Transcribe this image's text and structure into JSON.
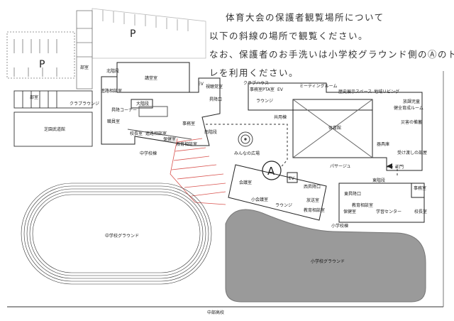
{
  "notice": {
    "line1": "体育大会の保護者観覧場所について",
    "line2": "以下の斜線の場所で観覧ください。",
    "line3": "なお、保護者のお手洗いは小学校グラウンド側のⒶのトイ",
    "line4": "レを利用ください。"
  },
  "map": {
    "parking1": "P",
    "parking2": "P",
    "club_room_top": "部室",
    "club_room": "部室",
    "club_lounge": "クラブラウンジ",
    "budokan": "芝園武道館",
    "jh": {
      "lecture": "講堂室",
      "north_stairs": "北階段",
      "career_room": "進路相談室",
      "big_stairs": "大階段",
      "entrance_corner": "昇降コーナー",
      "staff_room": "職員室",
      "principal": "校長室",
      "career_room2": "進路相談室",
      "health": "保健室",
      "counseling": "教育相談室",
      "building": "中学校棟",
      "ev": "EV",
      "av_room": "視聴覚室",
      "entrance": "昇降口",
      "office": "事務室",
      "south_stairs": "南階段"
    },
    "shared": {
      "clubhouse": "クラブハウス",
      "office": "事務室",
      "pta": "PTA室",
      "ev": "EV",
      "meeting": "ミーティングルーム",
      "lounge": "ラウンジ",
      "building": "共用棟",
      "history": "歴史展示スペース",
      "community": "地域リビング",
      "afterschool1": "放課児童",
      "afterschool2": "健全育成ルーム",
      "gym": "体育館",
      "storage_disaster": "災害の備蓄",
      "equipment": "器具庫",
      "handover": "受け渡しの部屋",
      "plaza": "みんなの広場",
      "passage": "パサージュ",
      "main_gate": "正門"
    },
    "toilet_marker": "A",
    "es": {
      "conference": "会議室",
      "ev": "EV",
      "west_entrance": "西昇降口",
      "small_conference": "小会議室",
      "lounge": "ラウンジ",
      "broadcast": "放送室",
      "counseling": "教育相談室",
      "east_stairs": "東階段",
      "east_entrance": "東昇降口",
      "office": "事務室",
      "counseling2": "教育相談室",
      "health": "保健室",
      "center": "学習センター",
      "principal": "校長室",
      "building": "小学校棟"
    },
    "jh_ground": "中学校グラウンド",
    "es_ground": "小学校グラウンド",
    "high_school": "中部高校"
  },
  "colors": {
    "hatch": "#d9534f",
    "ground": "#9a9a9a"
  }
}
